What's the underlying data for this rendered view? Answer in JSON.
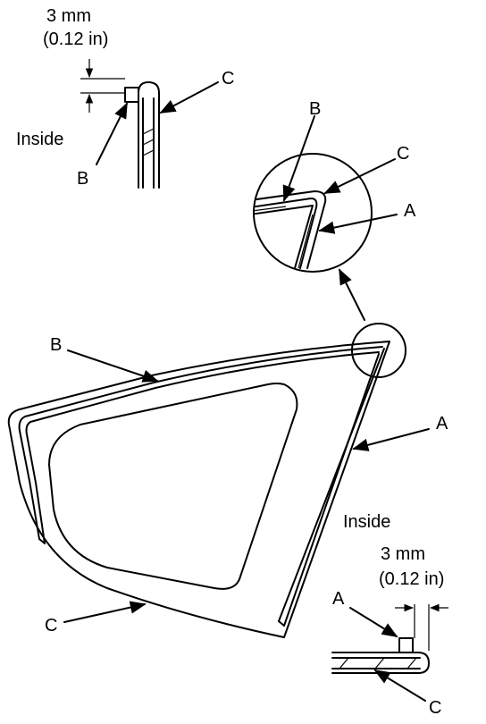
{
  "labels": {
    "A": "A",
    "B": "B",
    "C": "C",
    "inside": "Inside",
    "dim_mm": "3 mm",
    "dim_in": "(0.12 in)"
  }
}
